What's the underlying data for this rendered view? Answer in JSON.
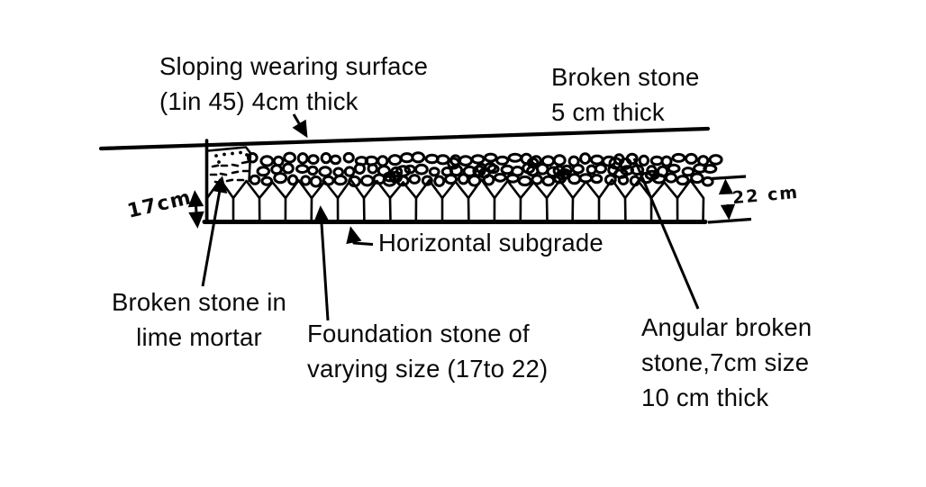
{
  "colors": {
    "ink": "#000000",
    "background": "#ffffff"
  },
  "labels": {
    "sloping_surface": {
      "line1": "Sloping wearing surface",
      "line2": "(1in 45) 4cm thick"
    },
    "broken_stone_layer": {
      "line1": "Broken stone",
      "line2": "5 cm thick"
    },
    "horizontal_subgrade": "Horizontal subgrade",
    "lime_mortar": {
      "line1": "Broken stone in",
      "line2": "lime mortar"
    },
    "foundation_stone": {
      "line1": "Foundation stone of",
      "line2": "varying size (17to 22)"
    },
    "angular_stone": {
      "line1": "Angular broken",
      "line2": "stone,7cm size",
      "line3": "10 cm thick"
    },
    "dimension_left": "17cm",
    "dimension_right": "22 cm"
  }
}
